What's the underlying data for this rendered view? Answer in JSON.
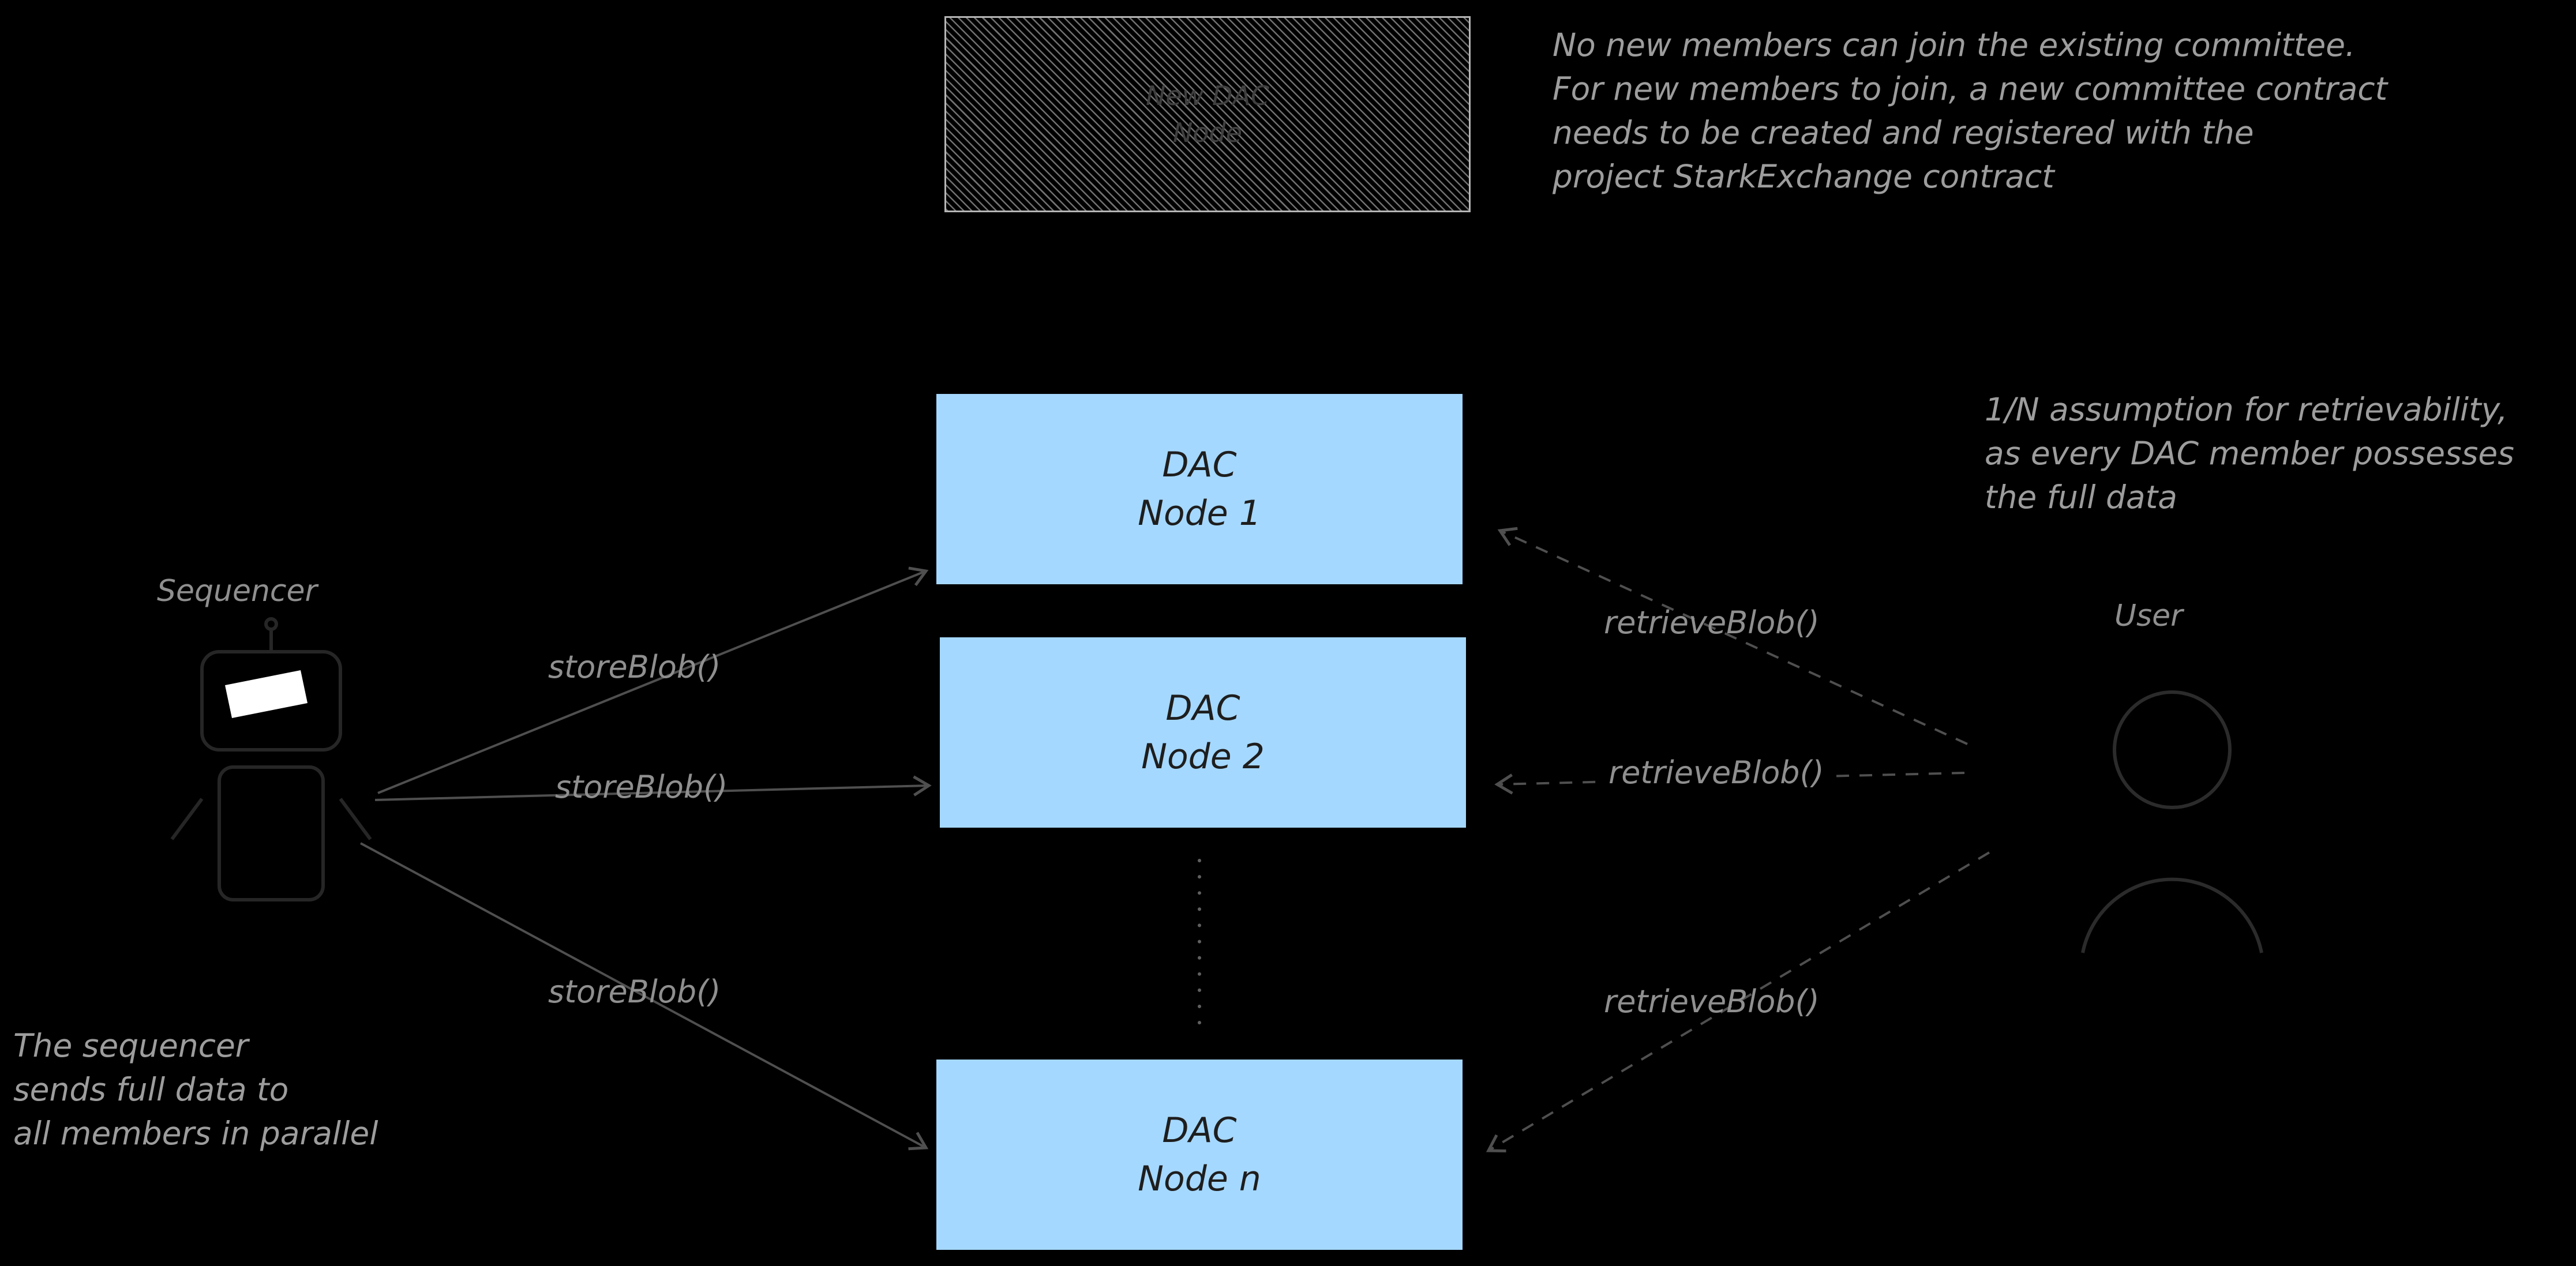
{
  "colors": {
    "background": "#000000",
    "node_fill": "#a5d8ff",
    "node_text": "#1e1e1e",
    "annotation_text": "#9d9d9d",
    "arrow": "#4f4f4f",
    "hatch_stroke": "#c9c9c9"
  },
  "actors": {
    "sequencer_label": "Sequencer",
    "user_label": "User"
  },
  "nodes": [
    {
      "line1": "DAC",
      "line2": "Node 1"
    },
    {
      "line1": "DAC",
      "line2": "Node 2"
    },
    {
      "line1": "DAC",
      "line2": "Node n"
    }
  ],
  "new_node_box": {
    "line1": "New DAC",
    "line2": "Node"
  },
  "edges": {
    "store_label": "storeBlob()",
    "retrieve_label": "retrieveBlob()"
  },
  "annotations": {
    "top_right": [
      "No new members can join the existing committee.",
      "For new members to join, a new committee contract",
      "needs to be created and registered with the",
      "project StarkExchange contract"
    ],
    "right_middle": [
      "1/N assumption for retrievability,",
      "as every DAC member possesses",
      "the full data"
    ],
    "bottom_left": [
      "The sequencer",
      "sends full data to",
      "all members in parallel"
    ]
  }
}
